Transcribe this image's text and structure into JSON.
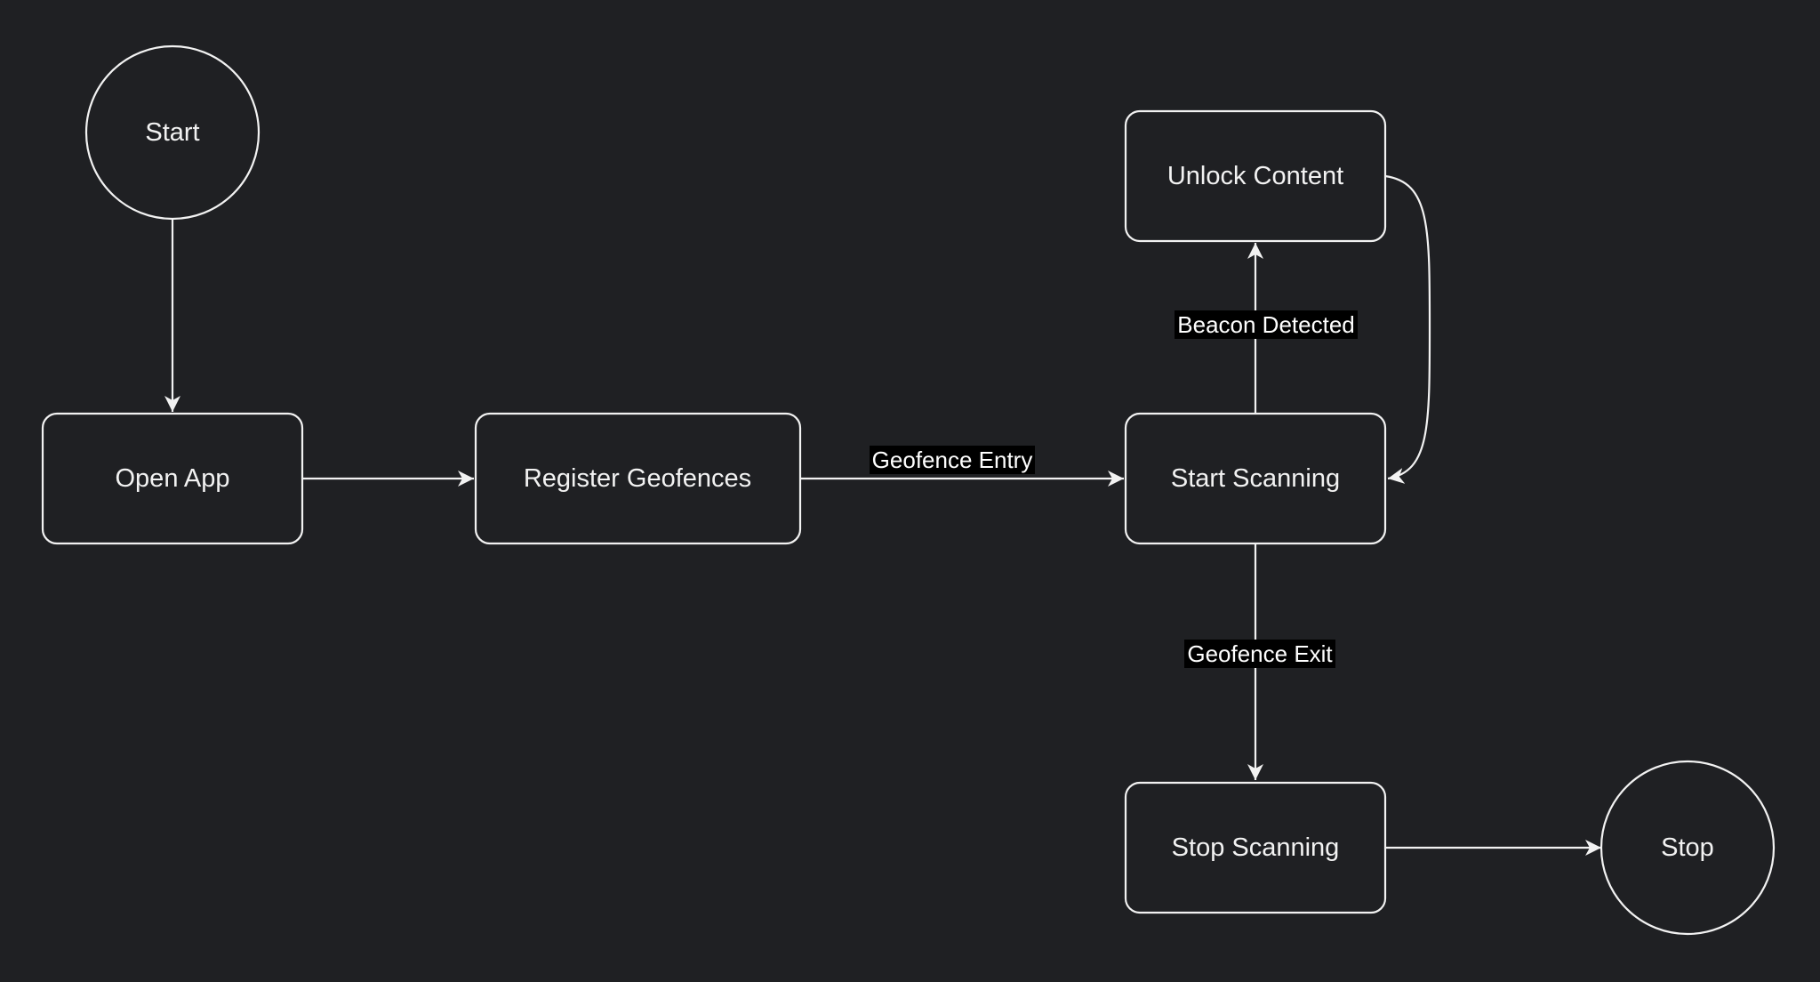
{
  "colors": {
    "background": "#1f2023",
    "stroke": "#f2f2f2",
    "text": "#f2f2f2",
    "label_background": "#000000"
  },
  "nodes": {
    "start": "Start",
    "open_app": "Open App",
    "register_geofences": "Register Geofences",
    "start_scanning": "Start Scanning",
    "unlock_content": "Unlock Content",
    "stop_scanning": "Stop Scanning",
    "stop": "Stop"
  },
  "edge_labels": {
    "geofence_entry": "Geofence Entry",
    "beacon_detected": "Beacon Detected",
    "geofence_exit": "Geofence Exit"
  }
}
